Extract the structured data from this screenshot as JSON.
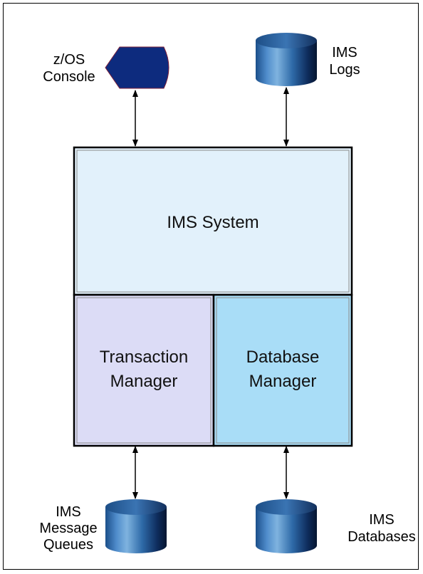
{
  "diagram": {
    "console": {
      "label_lines": [
        "z/OS",
        "Console"
      ]
    },
    "logs": {
      "label_lines": [
        "IMS",
        "Logs"
      ]
    },
    "ims_system": {
      "label": "IMS System"
    },
    "transaction_manager": {
      "label_lines": [
        "Transaction",
        "Manager"
      ]
    },
    "database_manager": {
      "label_lines": [
        "Database",
        "Manager"
      ]
    },
    "message_queues": {
      "label_lines": [
        "IMS",
        "Message",
        "Queues"
      ]
    },
    "databases": {
      "label_lines": [
        "IMS",
        "Databases"
      ]
    }
  },
  "colors": {
    "console_fill": "#0d2b7e",
    "ims_system_fill": "#e2f1fb",
    "transaction_manager_fill": "#dcdcf6",
    "database_manager_fill": "#a9ddf7",
    "cylinder_dark": "#0a1a3a",
    "cylinder_light": "#7fb3df"
  }
}
